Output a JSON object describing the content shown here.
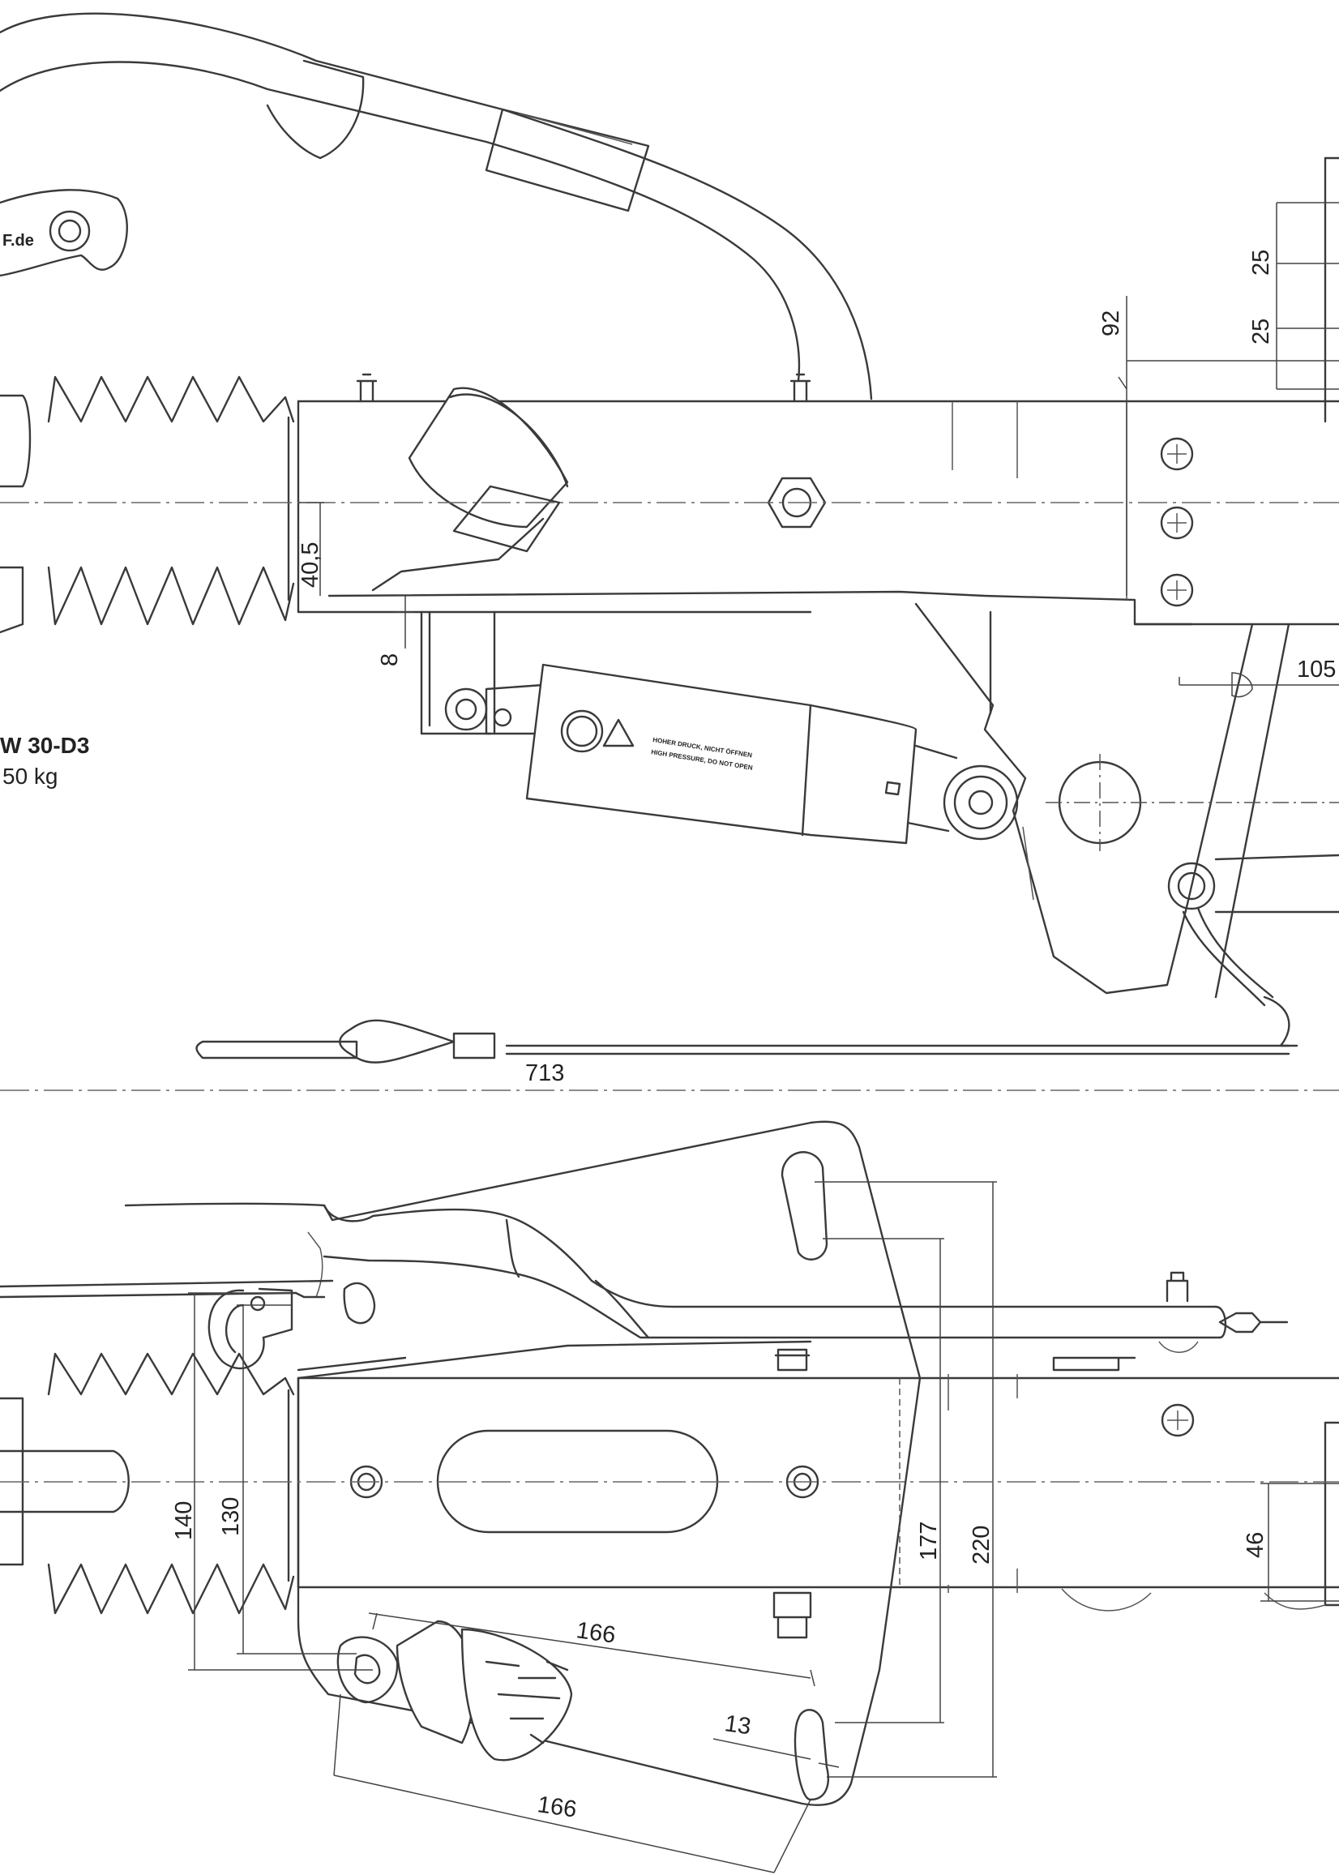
{
  "labels": {
    "brand_fragment": "F.de",
    "model": "W 30-D3",
    "load": "50 kg",
    "warning_line_1": "HOHER DRUCK, NICHT ÖFFNEN",
    "warning_line_2": "HIGH PRESSURE, DO NOT OPEN"
  },
  "dimensions_side_view": {
    "d25_a": "25",
    "d25_b": "25",
    "d92": "92",
    "d40_5": "40,5",
    "d8": "8",
    "d105": "105",
    "d713": "713"
  },
  "dimensions_top_view": {
    "d140": "140",
    "d130": "130",
    "d177": "177",
    "d220": "220",
    "d46": "46",
    "d166_a": "166",
    "d13": "13",
    "d166_b": "166"
  },
  "colors": {
    "line": "#3a3a3a",
    "background": "#ffffff"
  }
}
